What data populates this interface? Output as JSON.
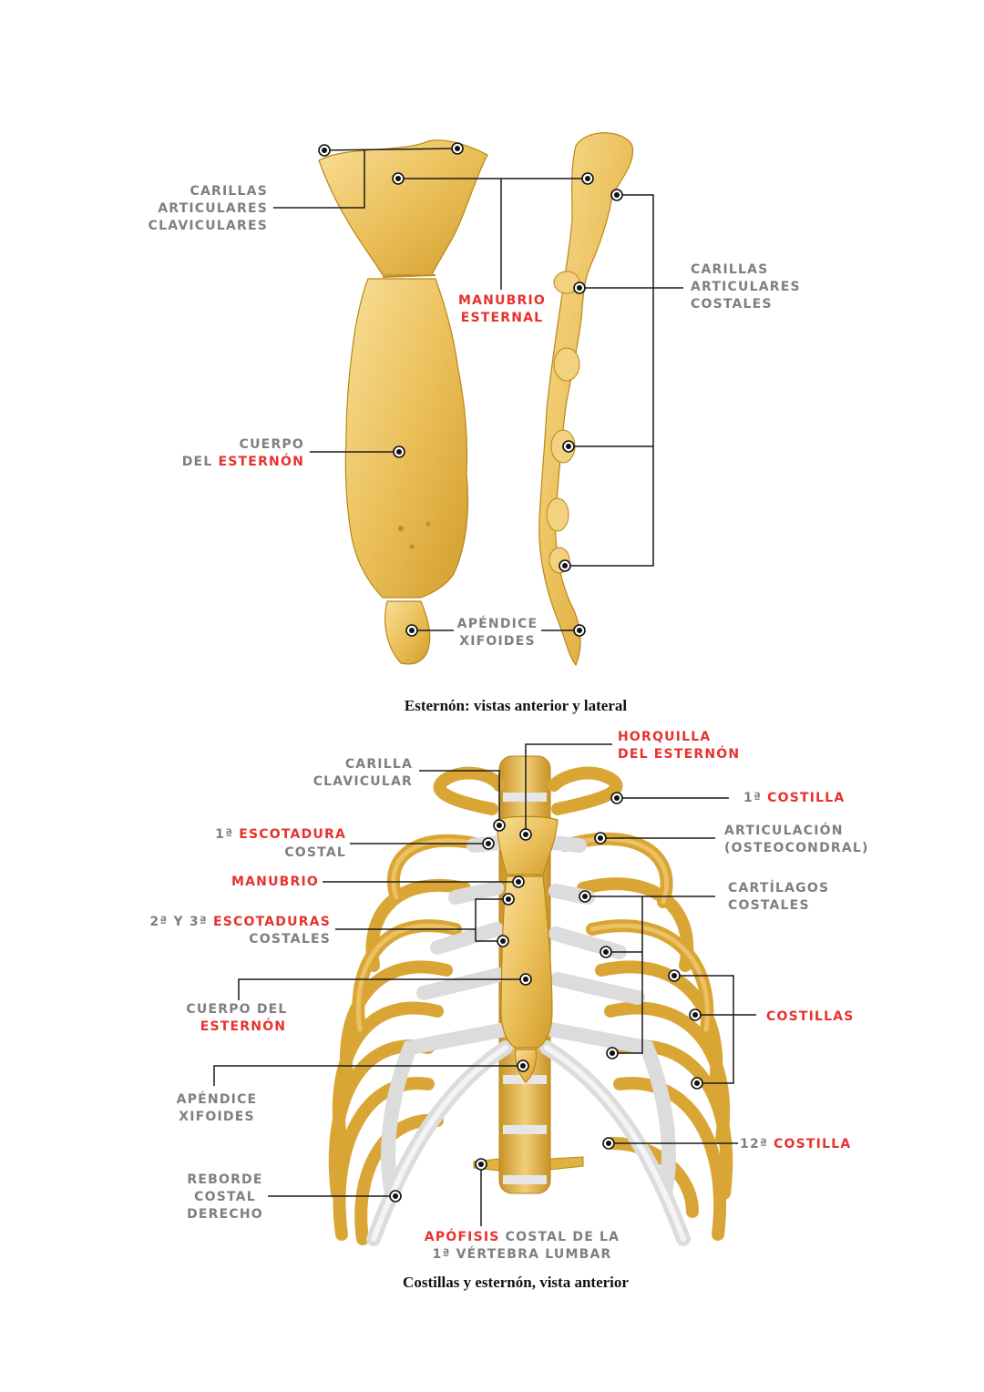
{
  "figure1": {
    "caption": "Esternón: vistas anterior y lateral",
    "labels": {
      "carillas_claviculares": [
        "CARILLAS",
        "ARTICULARES",
        "CLAVICULARES"
      ],
      "manubrio_esternal": [
        "MANUBRIO",
        "ESTERNAL"
      ],
      "carillas_costales": [
        "CARILLAS",
        "ARTICULARES",
        "COSTALES"
      ],
      "cuerpo_line1": "CUERPO",
      "cuerpo_line2_prefix": "DEL ",
      "cuerpo_line2_red": "ESTERNÓN",
      "apendice": [
        "APÉNDICE",
        "XIFOIDES"
      ]
    }
  },
  "figure2": {
    "caption": "Costillas y esternón, vista anterior",
    "labels": {
      "horquilla": [
        "HORQUILLA",
        "DEL ESTERNÓN"
      ],
      "carilla_clavicular": [
        "CARILLA",
        "CLAVICULAR"
      ],
      "primera_costilla_prefix": "1ª ",
      "primera_costilla_red": "COSTILLA",
      "escotadura1_prefix": "1ª ",
      "escotadura1_red": "ESCOTADURA",
      "escotadura1_line2": "COSTAL",
      "articulacion": [
        "ARTICULACIÓN",
        "(OSTEOCONDRAL)"
      ],
      "manubrio": "MANUBRIO",
      "cartilagos": [
        "CARTÍLAGOS",
        "COSTALES"
      ],
      "escotaduras23_prefix": "2ª Y 3ª ",
      "escotaduras23_red": "ESCOTADURAS",
      "escotaduras23_line2": "COSTALES",
      "cuerpo_line1": "CUERPO DEL",
      "cuerpo_line2_red": "ESTERNÓN",
      "costillas": "COSTILLAS",
      "apendice": [
        "APÉNDICE",
        "XIFOIDES"
      ],
      "duodecima_prefix": "12ª ",
      "duodecima_red": "COSTILLA",
      "reborde": [
        "REBORDE",
        "COSTAL",
        "DERECHO"
      ],
      "apofisis_red": "APÓFISIS",
      "apofisis_line1_rest": " COSTAL DE LA",
      "apofisis_line2": "1ª VÉRTEBRA LUMBAR"
    }
  },
  "colors": {
    "bone": "#e9b949",
    "bone_light": "#f7dc93",
    "cartilage": "#dcdcdc",
    "label_gray": "#7f7f7f",
    "label_red": "#e8322f"
  }
}
